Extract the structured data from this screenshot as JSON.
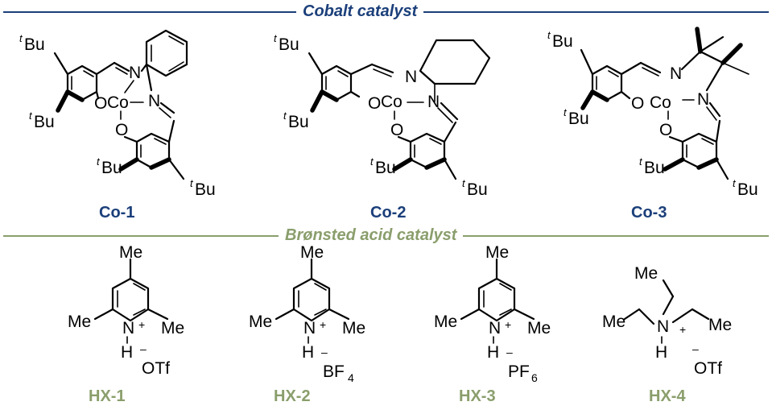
{
  "sections": {
    "cobalt_title": "Cobalt catalyst",
    "acid_title": "Brønsted acid catalyst"
  },
  "colors": {
    "cobalt": "#1b3f7a",
    "acid": "#8a9e6c"
  },
  "atoms": {
    "N": "N",
    "O": "O",
    "Co": "Co",
    "Me": "Me",
    "H": "H",
    "Bu": "Bu",
    "t": "t",
    "plus": "+",
    "minus": "–",
    "OTf": "OTf",
    "BF": "BF",
    "PF": "PF",
    "four": "4",
    "six": "6"
  },
  "cobalt_catalysts": [
    {
      "label": "Co-1"
    },
    {
      "label": "Co-2"
    },
    {
      "label": "Co-3"
    }
  ],
  "acid_catalysts": [
    {
      "label": "HX-1",
      "counterion": "OTf"
    },
    {
      "label": "HX-2",
      "counterion": "BF4"
    },
    {
      "label": "HX-3",
      "counterion": "PF6"
    },
    {
      "label": "HX-4",
      "counterion": "OTf"
    }
  ]
}
